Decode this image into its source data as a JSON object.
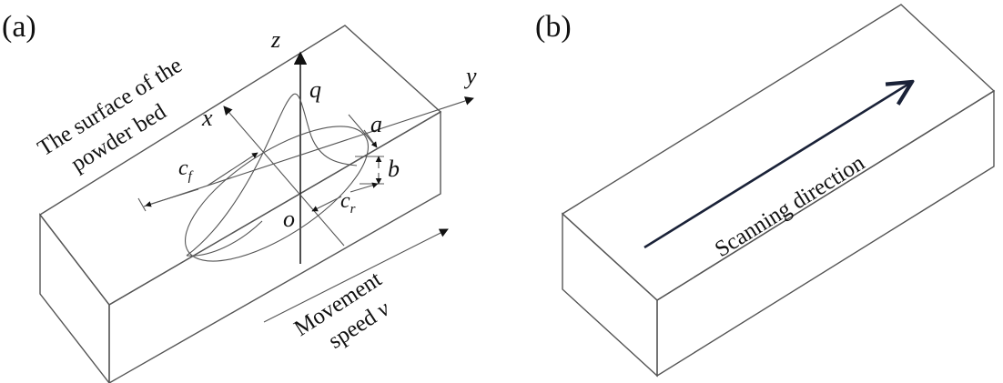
{
  "panel_a": {
    "label": "(a)",
    "surface_label_line1": "The surface of the",
    "surface_label_line2": "powder bed",
    "axis_z": "z",
    "axis_y": "y",
    "axis_x": "x",
    "heat_flux": "q",
    "param_a": "a",
    "param_b": "b",
    "param_cf": "c",
    "param_cf_sub": "f",
    "param_cr": "c",
    "param_cr_sub": "r",
    "origin": "o",
    "movement_line1": "Movement",
    "movement_line2": "speed",
    "movement_var": "v"
  },
  "panel_b": {
    "label": "(b)",
    "arrow_label": "Scanning direction"
  }
}
